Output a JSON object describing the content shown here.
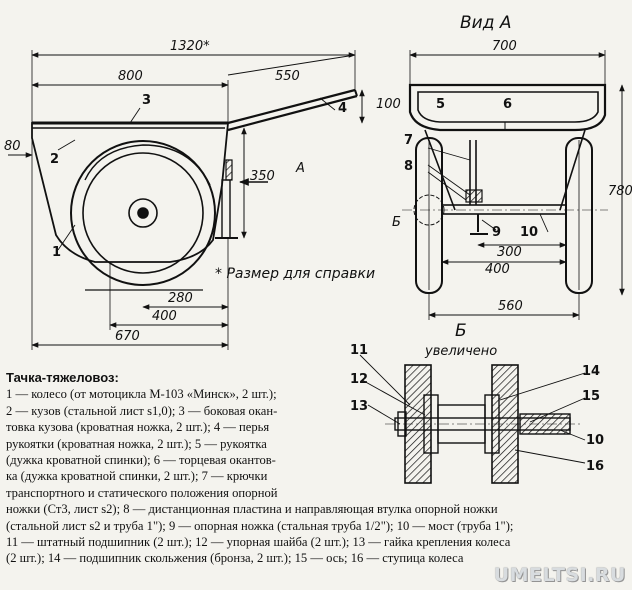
{
  "view_a_title": "Вид А",
  "detail_b_title": "Б",
  "detail_b_subtitle": "увеличено",
  "reference_note": "* Размер для справки",
  "dimensions": {
    "overall_length": "1320*",
    "body_length": "800",
    "handle_length": "550",
    "handle_rise": "100",
    "front_offset": "80",
    "support_height": "350",
    "wheel_span_a": "280",
    "wheel_span_b": "400",
    "base_length": "670",
    "view_width": "700",
    "view_height": "780",
    "axle_300": "300",
    "axle_400": "400",
    "track_560": "560"
  },
  "callouts": {
    "c1": "1",
    "c2": "2",
    "c3": "3",
    "c4": "4",
    "c5": "5",
    "c6": "6",
    "c7": "7",
    "c8": "8",
    "c9": "9",
    "c10": "10",
    "c10b": "10",
    "c11": "11",
    "c12": "12",
    "c13": "13",
    "c14": "14",
    "c15": "15",
    "c16": "16"
  },
  "arrow_label": "А",
  "section_label": "Б",
  "caption": {
    "title": "Тачка-тяжеловоз:",
    "lines": [
      "1 — колесо (от мотоцикла М-103 «Минск», 2 шт.);",
      "2 — кузов (стальной лист s1,0); 3 — боковая окан-",
      "товка кузова (кроватная ножка, 2 шт.); 4 — перья",
      "рукоятки (кроватная ножка, 2 шт.); 5 — рукоятка",
      "(дужка кроватной спинки); 6 — торцевая окантов-",
      "ка (дужка кроватной спинки, 2 шт.); 7 — крючки",
      "транспортного и статического положения опорной"
    ],
    "wide_lines": [
      "ножки (Ст3, лист s2); 8 — дистанционная пластина и направляющая втулка опорной ножки",
      "(стальной лист s2 и труба 1\"); 9 — опорная ножка (стальная труба 1/2\"); 10 — мост (труба 1\");",
      "11 — штатный подшипник (2 шт.); 12 — упорная шайба (2 шт.); 13 — гайка крепления колеса",
      "(2 шт.); 14 — подшипник скольжения (бронза, 2 шт.); 15 — ось; 16 — ступица колеса"
    ]
  },
  "watermark": "UMELTSI.RU"
}
